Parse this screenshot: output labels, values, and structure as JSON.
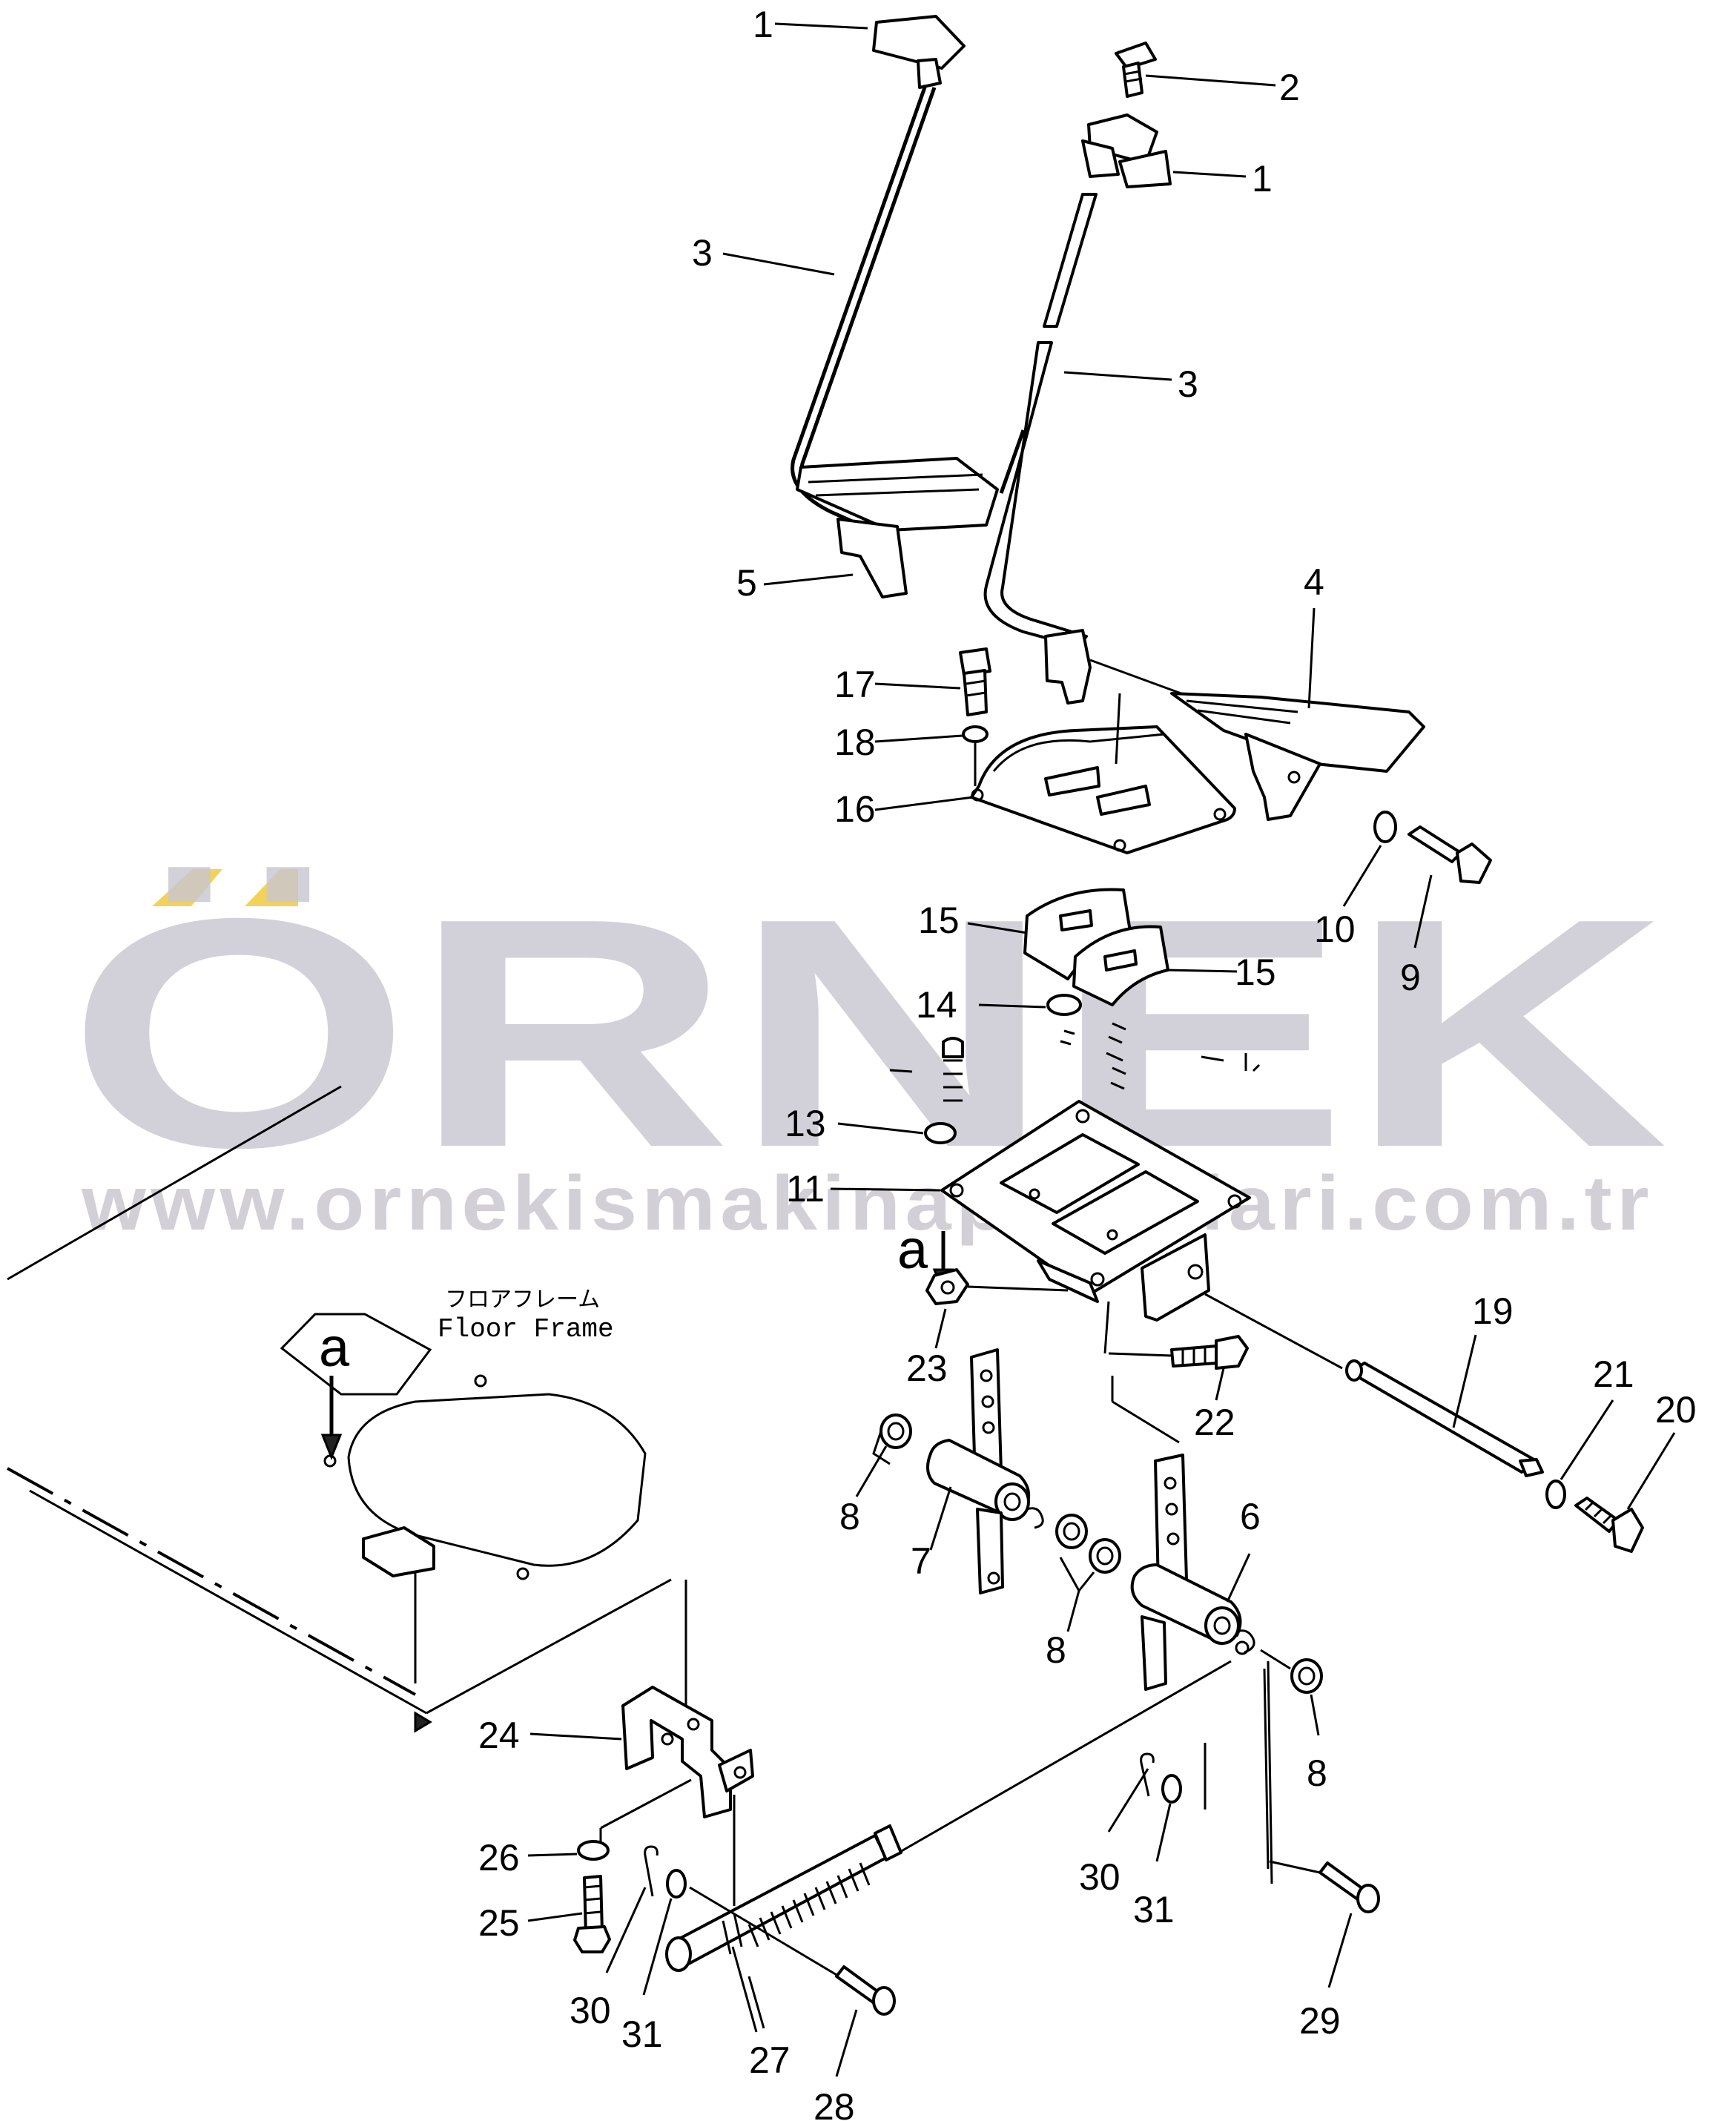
{
  "watermark": {
    "brand": "ÖRNEK",
    "url": "www.ornekismakinaparcalari.com.tr",
    "accent_color": "#f2d25c",
    "text_color": "#c9c6d0"
  },
  "frame_label": {
    "japanese": "フロアフレーム",
    "english": "Floor  Frame"
  },
  "view_markers": {
    "upper": "a",
    "lower": "a"
  },
  "callouts": [
    {
      "id": "c1a",
      "label": "1"
    },
    {
      "id": "c2",
      "label": "2"
    },
    {
      "id": "c1b",
      "label": "1"
    },
    {
      "id": "c3a",
      "label": "3"
    },
    {
      "id": "c3b",
      "label": "3"
    },
    {
      "id": "c5",
      "label": "5"
    },
    {
      "id": "c4",
      "label": "4"
    },
    {
      "id": "c17",
      "label": "17"
    },
    {
      "id": "c18",
      "label": "18"
    },
    {
      "id": "c16",
      "label": "16"
    },
    {
      "id": "c10",
      "label": "10"
    },
    {
      "id": "c9",
      "label": "9"
    },
    {
      "id": "c15a",
      "label": "15"
    },
    {
      "id": "c15b",
      "label": "15"
    },
    {
      "id": "c14",
      "label": "14"
    },
    {
      "id": "c13",
      "label": "13"
    },
    {
      "id": "c11",
      "label": "11"
    },
    {
      "id": "c23",
      "label": "23"
    },
    {
      "id": "c22",
      "label": "22"
    },
    {
      "id": "c19",
      "label": "19"
    },
    {
      "id": "c21",
      "label": "21"
    },
    {
      "id": "c20",
      "label": "20"
    },
    {
      "id": "c8a",
      "label": "8"
    },
    {
      "id": "c7",
      "label": "7"
    },
    {
      "id": "c8b",
      "label": "8"
    },
    {
      "id": "c6",
      "label": "6"
    },
    {
      "id": "c8c",
      "label": "8"
    },
    {
      "id": "c24",
      "label": "24"
    },
    {
      "id": "c26",
      "label": "26"
    },
    {
      "id": "c25",
      "label": "25"
    },
    {
      "id": "c30a",
      "label": "30"
    },
    {
      "id": "c31a",
      "label": "31"
    },
    {
      "id": "c27",
      "label": "27"
    },
    {
      "id": "c28",
      "label": "28"
    },
    {
      "id": "c30b",
      "label": "30"
    },
    {
      "id": "c31b",
      "label": "31"
    },
    {
      "id": "c29",
      "label": "29"
    }
  ]
}
